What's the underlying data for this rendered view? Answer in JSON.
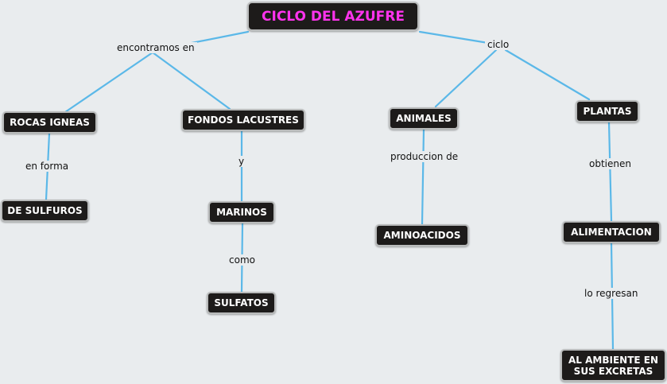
{
  "title": "CICLO DEL AZUFRE",
  "nodes": {
    "rocas_igneas": "ROCAS IGNEAS",
    "fondos_lacustres": "FONDOS LACUSTRES",
    "animales": "ANIMALES",
    "plantas": "PLANTAS",
    "de_sulfuros": "DE SULFUROS",
    "marinos": "MARINOS",
    "aminoacidos": "AMINOACIDOS",
    "alimentacion": "ALIMENTACION",
    "sulfatos": "SULFATOS",
    "al_ambiente": "AL AMBIENTE EN SUS EXCRETAS"
  },
  "links": {
    "encontramos_en": "encontramos en",
    "ciclo": "ciclo",
    "en_forma": "en forma",
    "y": "y",
    "produccion_de": "produccion de",
    "obtienen": "obtienen",
    "como": "como",
    "lo_regresan": "lo regresan"
  },
  "colors": {
    "background": "#e9ecee",
    "node_fill": "#1d1b1a",
    "node_border": "#b9bbbb",
    "title_text": "#ff33ee",
    "connector": "#5bb8e8"
  }
}
